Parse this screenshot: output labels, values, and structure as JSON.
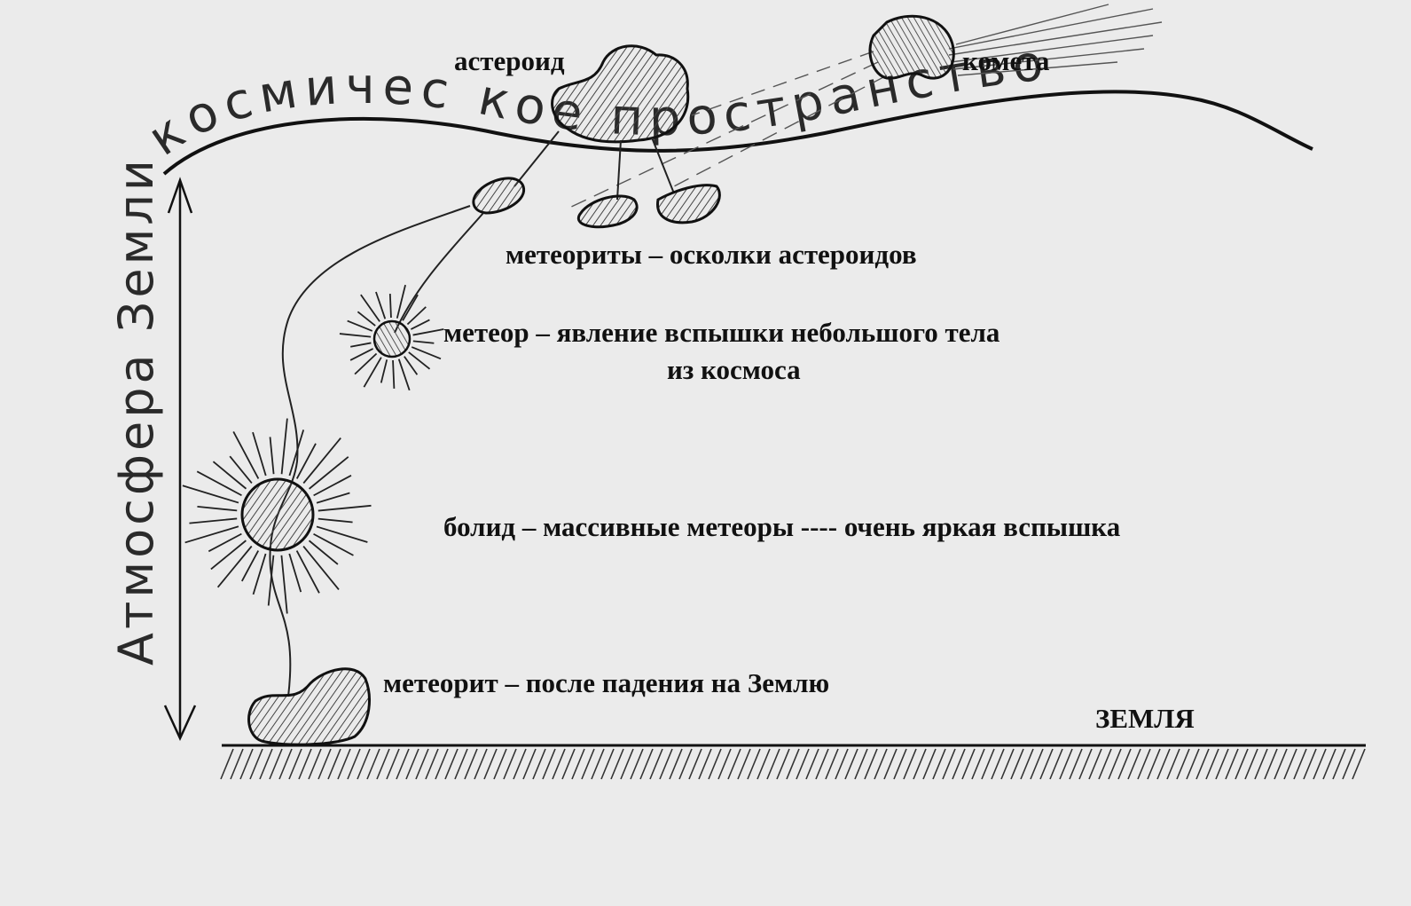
{
  "labels": {
    "space": "космичес кое пространство",
    "atmosphere": "Атмосфера Земли",
    "asteroid": "астероид",
    "comet": "комета",
    "meteorites": "метеориты – осколки астероидов",
    "meteor_line1": "метеор – явление вспышки небольшого тела",
    "meteor_line2": "из космоса",
    "bolide": "болид – массивные метеоры ---- очень яркая вспышка",
    "meteorite": "метеорит – после падения на Землю",
    "earth": "ЗЕМЛЯ"
  },
  "colors": {
    "ink": "#222222",
    "paper": "#ebebeb",
    "hatch": "#555555"
  }
}
